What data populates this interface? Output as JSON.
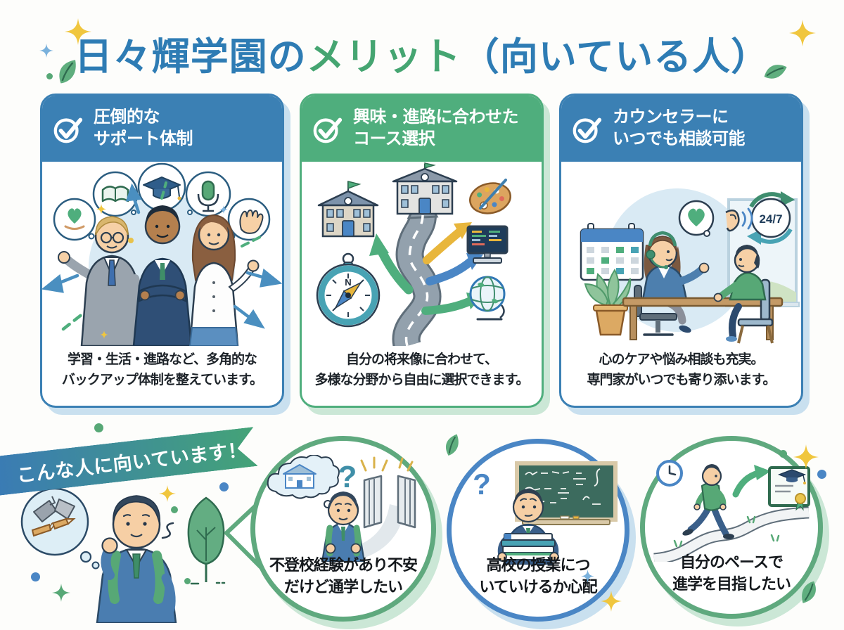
{
  "title": {
    "school": "日々輝学園の",
    "merit": "メリット",
    "suffix": "（向いている人）"
  },
  "cards": [
    {
      "id": "support",
      "title_line1": "圧倒的な",
      "title_line2": "サポート体制",
      "desc_line1": "学習・生活・進路など、多角的な",
      "desc_line2": "バックアップ体制を整えています。"
    },
    {
      "id": "course-choice",
      "title_line1": "興味・進路に合わせた",
      "title_line2": "コース選択",
      "desc_line1": "自分の将来像に合わせて、",
      "desc_line2": "多様な分野から自由に選択できます。"
    },
    {
      "id": "counselor",
      "title_line1": "カウンセラーに",
      "title_line2": "いつでも相談可能",
      "desc_line1": "心のケアや悩み相談も充実。",
      "desc_line2": "専門家がいつでも寄り添います。"
    }
  ],
  "ribbon": {
    "label": "こんな人に向いています！"
  },
  "personas": [
    {
      "line1": "不登校経験があり不安",
      "line2": "だけど通学したい"
    },
    {
      "line1": "高校の授業につ",
      "line2": "いていけるか心配"
    },
    {
      "line1": "自分のペースで",
      "line2": "進学を目指したい"
    }
  ],
  "labels": {
    "badge_247": "24/7",
    "compass_north": "N",
    "question_mark": "?"
  },
  "colors": {
    "accent_blue": "#3b80b4",
    "accent_green": "#4fae7d",
    "title_blue": "#2e7cb4",
    "title_green": "#45a571",
    "circle_green": "#5fa97e",
    "circle_blue": "#4a86c5",
    "shadow_blue": "#c9e0ef",
    "shadow_green": "#cbe7d6",
    "ribbon_start": "#3a7ab6",
    "ribbon_end": "#44a377",
    "ink": "#1d2329"
  }
}
